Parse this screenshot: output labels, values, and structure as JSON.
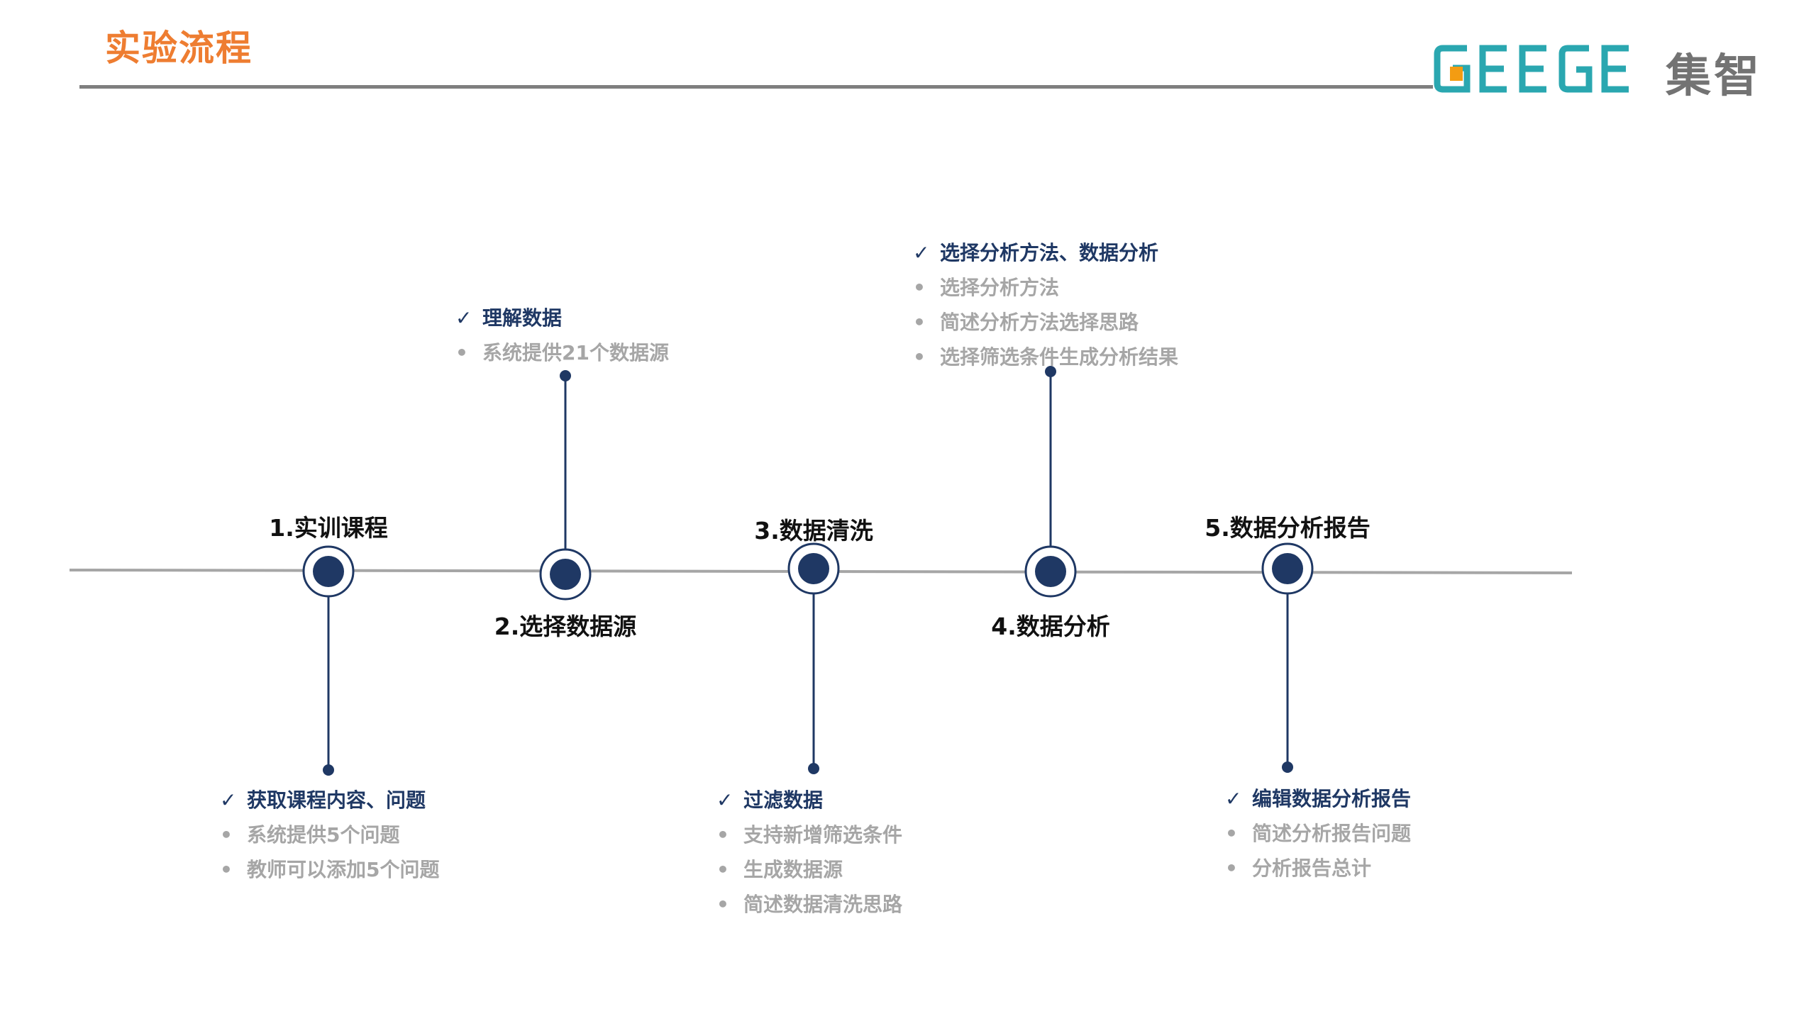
{
  "page_title": "实验流程",
  "logo": {
    "text": "集智",
    "name": "geege-logo"
  },
  "colors": {
    "accent": "#ee7d31",
    "node_fill": "#1f3864",
    "timeline": "#a6a6a6",
    "head_text": "#1f3864",
    "sub_text": "#a6a6a6",
    "logo_teal": "#2aa7b0",
    "logo_orange": "#f39c12"
  },
  "steps": [
    {
      "label": "1.实训课程",
      "details": {
        "title": "获取课程内容、问题",
        "items": [
          "系统提供5个问题",
          "教师可以添加5个问题"
        ]
      }
    },
    {
      "label": "2.选择数据源",
      "details": {
        "title": "理解数据",
        "items": [
          "系统提供21个数据源"
        ]
      }
    },
    {
      "label": "3.数据清洗",
      "details": {
        "title": "过滤数据",
        "items": [
          "支持新增筛选条件",
          "生成数据源",
          "简述数据清洗思路"
        ]
      }
    },
    {
      "label": "4.数据分析",
      "details": {
        "title": "选择分析方法、数据分析",
        "items": [
          "选择分析方法",
          "简述分析方法选择思路",
          "选择筛选条件生成分析结果"
        ]
      }
    },
    {
      "label": "5.数据分析报告",
      "details": {
        "title": "编辑数据分析报告",
        "items": [
          "简述分析报告问题",
          "分析报告总计"
        ]
      }
    }
  ]
}
